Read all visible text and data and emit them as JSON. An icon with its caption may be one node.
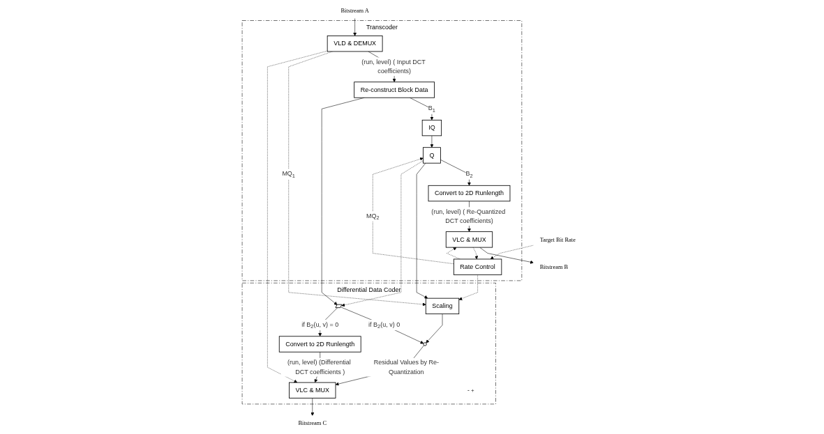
{
  "diagram": {
    "nodes": [
      {
        "text": [
          "Transcoder"
        ]
      },
      {
        "text": [
          "Target Bit Rate"
        ]
      },
      {
        "text": [
          "Bitstream A"
        ]
      },
      {
        "text": [
          "VLD & DEMUX"
        ],
        "in": 0
      },
      {
        "text": [
          "Re-construct Block Data"
        ],
        "in": 0
      },
      {
        "text": [
          "IQ"
        ],
        "in": 0
      },
      {
        "text": [
          "Rate Control"
        ],
        "in": 0
      },
      {
        "text": [
          "Q"
        ],
        "in": 0
      },
      {
        "text": [
          "Convert to 2D Runlength"
        ],
        "in": 0
      },
      {
        "text": [
          "VLC & MUX"
        ],
        "in": 0
      },
      {
        "text": [
          "Bitstream B"
        ]
      },
      {
        "text": [
          "Differential Data Coder"
        ]
      },
      {
        "text": [
          "Scaling"
        ],
        "in": 11
      },
      {
        "text": [],
        "shape": "switch",
        "in": 11
      },
      {
        "text": [],
        "shape": "circle",
        "in": 11,
        "beside": [
          "-",
          "+"
        ]
      },
      {
        "text": [
          "Convert to 2D Runlength"
        ],
        "in": 11
      },
      {
        "text": [
          "VLC & MUX"
        ],
        "in": 11
      },
      {
        "text": [
          "Bitstream C"
        ]
      }
    ],
    "edges": [
      {
        "from": 1,
        "to": 6,
        "arrow": "to",
        "style": "dashed"
      },
      {
        "from": 2,
        "to": 3,
        "arrow": "to"
      },
      {
        "from": 3,
        "to": 4,
        "arrow": "to",
        "label": "(run, level) ( Input DCT coefficients)"
      },
      {
        "from": 4,
        "to": 5,
        "arrow": "to",
        "label": "B$_{1}$"
      },
      {
        "from": 4,
        "to": 13,
        "arrow": "to"
      },
      {
        "from": 5,
        "to": 7,
        "arrow": "to"
      },
      {
        "from": 6,
        "to": 7,
        "arrow": "to",
        "style": "dashed",
        "label": "MQ$_{2}$"
      },
      {
        "from": 7,
        "to": 8,
        "arrow": "to",
        "label": "B$_{2}$"
      },
      {
        "from": 7,
        "to": 12,
        "arrow": "to"
      },
      {
        "from": 8,
        "to": 9,
        "arrow": "to",
        "label": "(run, level) ( Re-Quantized DCT coefficients)"
      },
      {
        "from": 9,
        "to": 10,
        "arrow": "to"
      },
      {
        "from": 9,
        "to": 6,
        "arrow": "to",
        "style": "dashed"
      },
      {
        "from": 6,
        "to": 9,
        "arrow": "to",
        "style": "dashed"
      },
      {
        "from": 6,
        "to": 12,
        "arrow": "to",
        "style": "dashed"
      },
      {
        "from": 3,
        "to": 12,
        "arrow": "to",
        "style": "dashed",
        "label": "MQ$_{1}$"
      },
      {
        "from": 3,
        "to": 16,
        "arrow": "to",
        "style": "dashed"
      },
      {
        "from": 7,
        "to": 13,
        "arrow": "to",
        "style": "dashed"
      },
      {
        "from": 13,
        "to": 14,
        "arrow": "to",
        "label": "if B$_{2}$(u, v) 0"
      },
      {
        "from": 12,
        "to": 14,
        "arrow": "to"
      },
      {
        "from": 14,
        "to": 16,
        "arrow": "to",
        "label": "Residual Values by Re-Quantization"
      },
      {
        "from": 13,
        "to": 15,
        "arrow": "to",
        "label": "if B$_{2}$(u, v) = 0"
      },
      {
        "from": 15,
        "to": 16,
        "arrow": "to",
        "label": "(run, level) (Differential DCT coefficients )"
      },
      {
        "from": 16,
        "to": 17,
        "arrow": "to"
      }
    ]
  }
}
